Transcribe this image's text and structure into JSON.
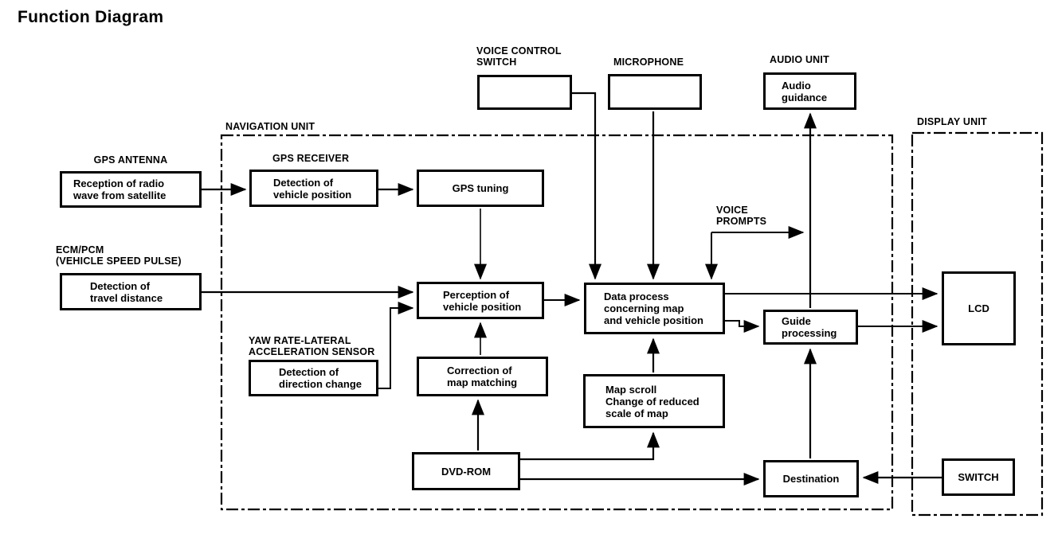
{
  "title": "Function Diagram",
  "units": {
    "navigation": "NAVIGATION UNIT",
    "display": "DISPLAY UNIT"
  },
  "labels": {
    "gps_antenna": "GPS ANTENNA",
    "gps_receiver": "GPS RECEIVER",
    "ecm_pcm": "ECM/PCM\n(VEHICLE SPEED PULSE)",
    "yaw_rate": "YAW RATE-LATERAL\nACCELERATION SENSOR",
    "voice_control_switch": "VOICE CONTROL\nSWITCH",
    "microphone": "MICROPHONE",
    "audio_unit": "AUDIO UNIT",
    "voice_prompts": "VOICE\nPROMPTS"
  },
  "boxes": {
    "reception": {
      "label": "Reception of radio\nwave from satellite"
    },
    "vehicle_position": {
      "label": "Detection of\nvehicle position"
    },
    "gps_tuning": {
      "label": "GPS tuning"
    },
    "travel_distance": {
      "label": "Detection of\ntravel distance"
    },
    "perception": {
      "label": "Perception of\nvehicle position"
    },
    "data_process": {
      "label": "Data process\nconcerning map\nand vehicle position"
    },
    "direction_change": {
      "label": "Detection of\ndirection change"
    },
    "map_matching": {
      "label": "Correction of\nmap matching"
    },
    "map_scroll": {
      "label": "Map scroll\nChange of reduced\nscale of map"
    },
    "dvd_rom": {
      "label": "DVD-ROM"
    },
    "destination": {
      "label": "Destination"
    },
    "guide_processing": {
      "label": "Guide\nprocessing"
    },
    "audio_guidance": {
      "label": "Audio\nguidance"
    },
    "lcd": {
      "label": "LCD"
    },
    "switch": {
      "label": "SWITCH"
    }
  },
  "connections": [
    {
      "from": "GPS ANTENNA (Reception of radio wave from satellite)",
      "to": "GPS RECEIVER (Detection of vehicle position)"
    },
    {
      "from": "GPS RECEIVER (Detection of vehicle position)",
      "to": "GPS tuning"
    },
    {
      "from": "GPS tuning",
      "to": "Perception of vehicle position"
    },
    {
      "from": "Detection of travel distance",
      "to": "Perception of vehicle position"
    },
    {
      "from": "Detection of direction change",
      "to": "Perception of vehicle position"
    },
    {
      "from": "Correction of map matching",
      "to": "Perception of vehicle position"
    },
    {
      "from": "DVD-ROM",
      "to": "Correction of map matching"
    },
    {
      "from": "Perception of vehicle position",
      "to": "Data process concerning map and vehicle position"
    },
    {
      "from": "VOICE CONTROL SWITCH",
      "to": "Data process concerning map and vehicle position"
    },
    {
      "from": "MICROPHONE",
      "to": "Data process concerning map and vehicle position"
    },
    {
      "from": "VOICE PROMPTS",
      "to": "Data process concerning map and vehicle position"
    },
    {
      "from": "VOICE PROMPTS",
      "to": "Audio guidance"
    },
    {
      "from": "Map scroll Change of reduced scale of map",
      "to": "Data process concerning map and vehicle position"
    },
    {
      "from": "DVD-ROM",
      "to": "Map scroll Change of reduced scale of map"
    },
    {
      "from": "DVD-ROM",
      "to": "Destination"
    },
    {
      "from": "SWITCH",
      "to": "Destination"
    },
    {
      "from": "Destination",
      "to": "Guide processing"
    },
    {
      "from": "Data process concerning map and vehicle position",
      "to": "Guide processing"
    },
    {
      "from": "Data process concerning map and vehicle position",
      "to": "LCD"
    },
    {
      "from": "Guide processing",
      "to": "LCD"
    },
    {
      "from": "Guide processing",
      "to": "Audio guidance"
    }
  ]
}
